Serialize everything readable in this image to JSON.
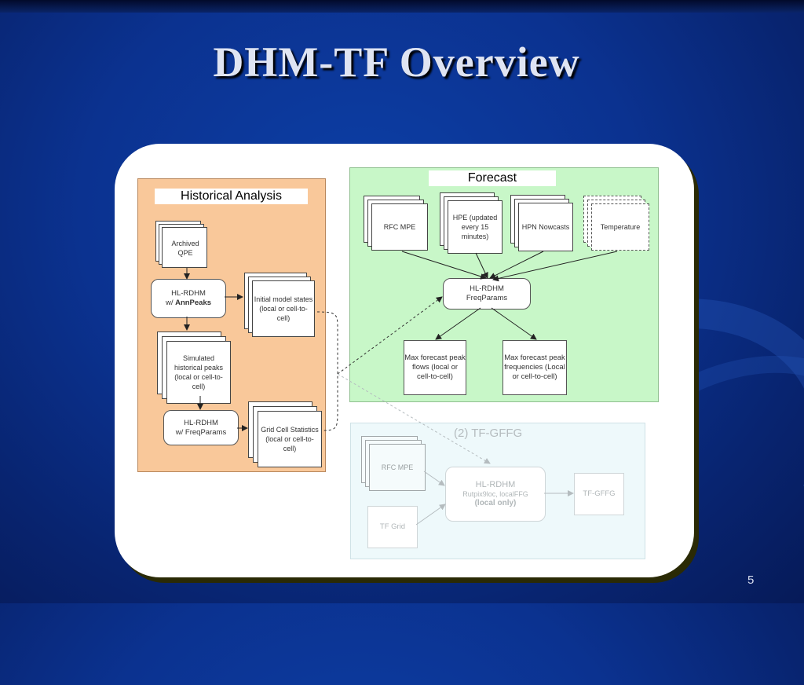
{
  "slide": {
    "title": "DHM-TF Overview",
    "page_number": "5"
  },
  "historical": {
    "title": "Historical Analysis",
    "archived_qpe": "Archived QPE",
    "hlrdhm_ann_line1": "HL-RDHM",
    "hlrdhm_ann_line2_prefix": "w/ ",
    "hlrdhm_ann_line2_bold": "AnnPeaks",
    "initial_states": "Initial model states (local or cell-to-cell)",
    "simulated_peaks": "Simulated historical peaks (local or cell-to-cell)",
    "hlrdhm_freq_line1": "HL-RDHM",
    "hlrdhm_freq_line2": "w/ FreqParams",
    "grid_stats": "Grid Cell Statistics (local or cell-to-cell)"
  },
  "forecast": {
    "title": "Forecast",
    "rfc_mpe": "RFC MPE",
    "hpe": "HPE (updated every 15 minutes)",
    "hpn": "HPN Nowcasts",
    "temperature": "Temperature",
    "hlrdhm_line1": "HL-RDHM",
    "hlrdhm_line2": "FreqParams",
    "max_flows": "Max forecast peak flows (local or cell-to-cell)",
    "max_freq": "Max forecast peak frequencies (Local or cell-to-cell)"
  },
  "gffg": {
    "title": "(2) TF-GFFG",
    "rfc_mpe": "RFC MPE",
    "tf_grid": "TF Grid",
    "hlrdhm_line1": "HL-RDHM",
    "hlrdhm_line2": "Rutpix9loc, localFFG",
    "hlrdhm_line3": "(local only)",
    "tf_gffg": "TF-GFFG"
  }
}
